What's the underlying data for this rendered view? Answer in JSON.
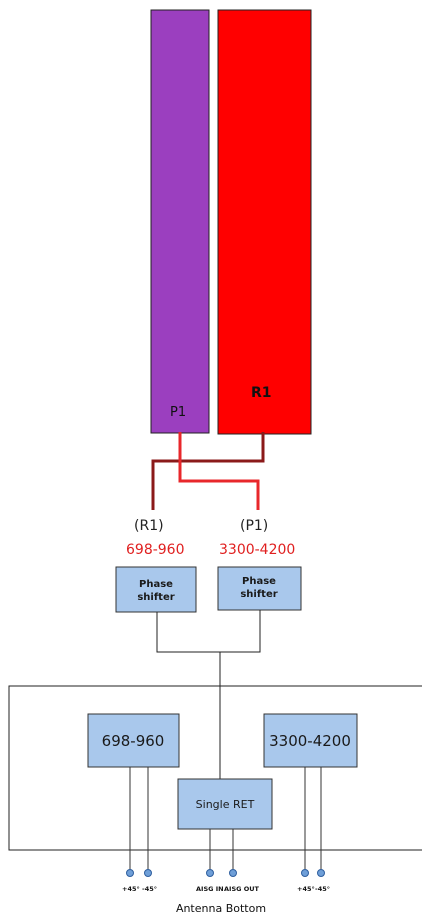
{
  "columns": {
    "p1": {
      "label": "P1",
      "color": "#9b3fbf"
    },
    "r1": {
      "label": "R1",
      "color": "#ff0000"
    }
  },
  "feeds": {
    "r1_tag": "(R1)",
    "p1_tag": "(P1)",
    "r1_freq": "698-960",
    "p1_freq": "3300-4200",
    "r1_line_color": "#8b1a1a",
    "p1_line_color": "#e8272b"
  },
  "phase_shifters": [
    {
      "line1": "Phase",
      "line2": "shifter"
    },
    {
      "line1": "Phase",
      "line2": "shifter"
    }
  ],
  "modules": {
    "low_band": "698-960",
    "high_band": "3300-4200",
    "ret": "Single RET",
    "box_fill": "#a9c8ec"
  },
  "connectors": {
    "low_plus": "+45°",
    "low_minus": "-45°",
    "aisg_in": "AISG IN",
    "aisg_out": "AISG OUT",
    "high_plus": "+45°",
    "high_minus": "-45°"
  },
  "footer": "Antenna Bottom"
}
